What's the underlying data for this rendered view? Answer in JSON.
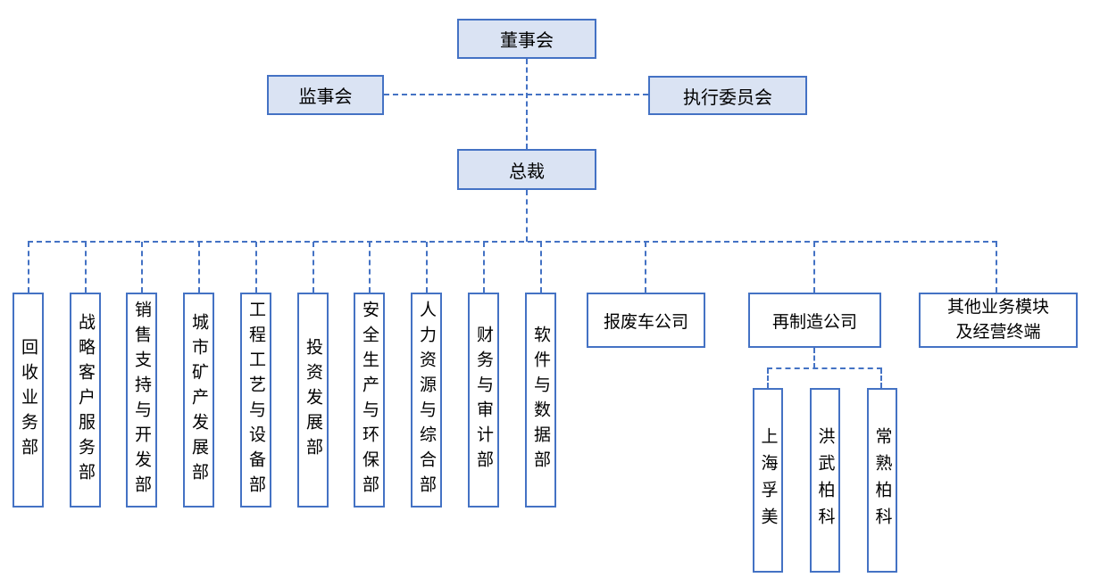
{
  "chart_type": "org-chart",
  "colors": {
    "box_border": "#4472C4",
    "connector_line": "#4472C4",
    "top_node_fill": "#DAE3F3",
    "node_fill": "#FFFFFF",
    "text": "#000000",
    "background": "#FFFFFF"
  },
  "nodes": {
    "board": {
      "label": "董事会"
    },
    "supervisory_board": {
      "label": "监事会"
    },
    "executive_committee": {
      "label": "执行委员会"
    },
    "president": {
      "label": "总裁"
    },
    "departments": [
      {
        "label": "回收业务部"
      },
      {
        "label": "战略客户服务部"
      },
      {
        "label": "销售支持与开发部"
      },
      {
        "label": "城市矿产发展部"
      },
      {
        "label": "工程工艺与设备部"
      },
      {
        "label": "投资发展部"
      },
      {
        "label": "安全生产与环保部"
      },
      {
        "label": "人力资源与综合部"
      },
      {
        "label": "财务与审计部"
      },
      {
        "label": "软件与数据部"
      }
    ],
    "business_units": [
      {
        "label": "报废车公司"
      },
      {
        "label": "再制造公司"
      },
      {
        "label": "其他业务模块及经营终端",
        "line1": "其他业务模块",
        "line2": "及经营终端"
      }
    ],
    "remanufacturing_subsidiaries": [
      {
        "label": "上海孚美"
      },
      {
        "label": "洪武柏科"
      },
      {
        "label": "常熟柏科"
      }
    ]
  }
}
